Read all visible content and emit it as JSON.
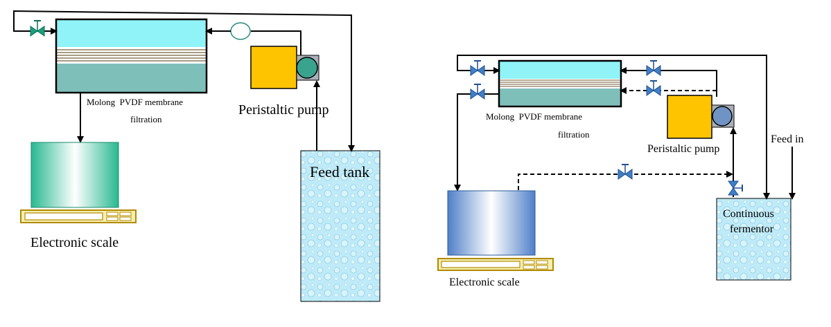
{
  "left": {
    "membrane_label": "Molong  PVDF membrane",
    "filtration_label": "filtration",
    "pump_label": "Peristaltic pump",
    "scale_label": "Electronic scale",
    "tank_label": "Feed tank"
  },
  "right": {
    "membrane_label": "Molong  PVDF membrane",
    "filtration_label": "filtration",
    "pump_label": "Peristaltic pump",
    "scale_label": "Electronic scale",
    "fermentor_label_1": "Continuous",
    "fermentor_label_2": "fermentor",
    "feed_in_label": "Feed in"
  },
  "colors": {
    "permeate_cyan": "#8ff3f7",
    "retentate_teal": "#7fbfba",
    "pump_yellow": "#ffc400",
    "pump_motor_green": "#3aa38d",
    "pump_motor_blue": "#6f94c4",
    "water_light": "#bfeaf7",
    "valve_green": "#18a07d",
    "valve_blue": "#3f7fc8",
    "scale_green": "#28b890",
    "scale_blue": "#5f8fd0",
    "scale_base": "#f7efb0"
  }
}
